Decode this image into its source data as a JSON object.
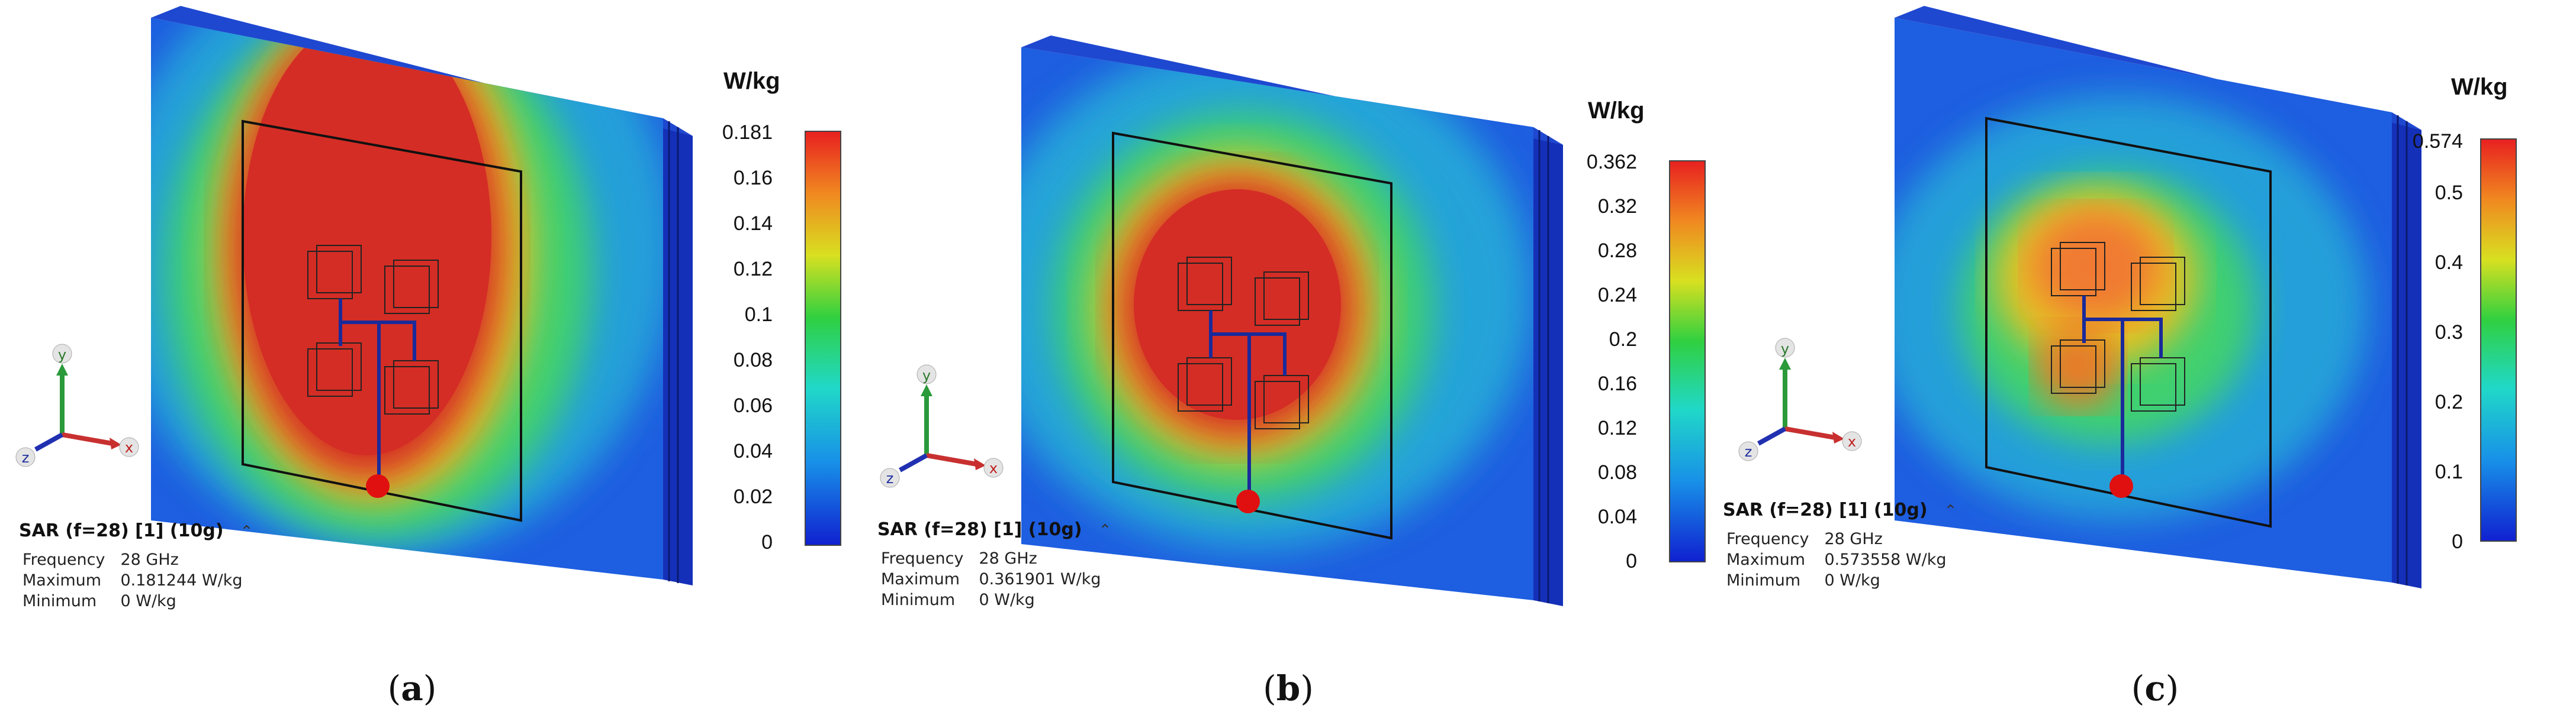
{
  "panels": [
    {
      "caption_open": "(",
      "caption_letter": "a",
      "caption_close": ")",
      "unit": "W/kg",
      "ticks": [
        "0.181",
        "0.16",
        "0.14",
        "0.12",
        "0.1",
        "0.08",
        "0.06",
        "0.04",
        "0.02",
        "0"
      ],
      "info_title": "SAR (f=28) [1] (10g)",
      "rows": [
        {
          "label": "Frequency",
          "value": "28 GHz"
        },
        {
          "label": "Maximum",
          "value": "0.181244 W/kg"
        },
        {
          "label": "Minimum",
          "value": "0 W/kg"
        }
      ]
    },
    {
      "caption_open": "(",
      "caption_letter": "b",
      "caption_close": ")",
      "unit": "W/kg",
      "ticks": [
        "0.362",
        "0.32",
        "0.28",
        "0.24",
        "0.2",
        "0.16",
        "0.12",
        "0.08",
        "0.04",
        "0"
      ],
      "info_title": "SAR (f=28) [1] (10g)",
      "rows": [
        {
          "label": "Frequency",
          "value": "28 GHz"
        },
        {
          "label": "Maximum",
          "value": "0.361901 W/kg"
        },
        {
          "label": "Minimum",
          "value": "0 W/kg"
        }
      ]
    },
    {
      "caption_open": "(",
      "caption_letter": "c",
      "caption_close": ")",
      "unit": "W/kg",
      "ticks": [
        "0.574",
        "0.5",
        "0.4",
        "0.3",
        "0.2",
        "0.1",
        "0"
      ],
      "info_title": "SAR (f=28) [1] (10g)",
      "rows": [
        {
          "label": "Frequency",
          "value": "28 GHz"
        },
        {
          "label": "Maximum",
          "value": "0.573558 W/kg"
        },
        {
          "label": "Minimum",
          "value": "0 W/kg"
        }
      ]
    }
  ],
  "axes_labels": {
    "x": "x",
    "y": "y",
    "z": "z"
  },
  "colors": {
    "hot": "#d42d25",
    "warm": "#f0a020",
    "mid": "#2ec84a",
    "cool": "#28c8d8",
    "cold": "#1848d8",
    "feed": "#e01010"
  }
}
